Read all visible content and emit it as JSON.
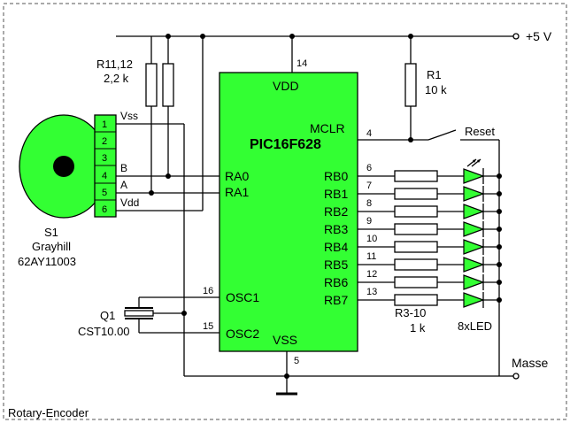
{
  "frame": {
    "caption": "Rotary-Encoder"
  },
  "supply": {
    "vcc_label": "+5 V",
    "gnd_label": "Masse"
  },
  "ic": {
    "name": "PIC16F628",
    "fill": "#33ff33",
    "vdd": "VDD",
    "vss": "VSS",
    "mclr": "MCLR",
    "vdd_pin": "14",
    "vss_pin": "5",
    "mclr_pin": "4",
    "left_pins": [
      {
        "label": "RA0",
        "num": ""
      },
      {
        "label": "RA1",
        "num": ""
      },
      {
        "label": "OSC1",
        "num": "16"
      },
      {
        "label": "OSC2",
        "num": "15"
      }
    ],
    "right_pins": [
      {
        "label": "RB0",
        "num": "6"
      },
      {
        "label": "RB1",
        "num": "7"
      },
      {
        "label": "RB2",
        "num": "8"
      },
      {
        "label": "RB3",
        "num": "9"
      },
      {
        "label": "RB4",
        "num": "10"
      },
      {
        "label": "RB5",
        "num": "11"
      },
      {
        "label": "RB6",
        "num": "12"
      },
      {
        "label": "RB7",
        "num": "13"
      }
    ]
  },
  "encoder": {
    "ref": "S1",
    "maker": "Grayhill",
    "part": "62AY11003",
    "fill": "#33ff33",
    "connector_pins": [
      "1",
      "2",
      "3",
      "4",
      "5",
      "6"
    ],
    "signals": {
      "vss": "Vss",
      "b": "B",
      "a": "A",
      "vdd": "Vdd"
    }
  },
  "pullups": {
    "ref": "R11,12",
    "value": "2,2 k"
  },
  "r1": {
    "ref": "R1",
    "value": "10 k"
  },
  "reset": {
    "label": "Reset"
  },
  "crystal": {
    "ref": "Q1",
    "part": "CST10.00"
  },
  "led_resistors": {
    "ref": "R3-10",
    "value": "1 k"
  },
  "leds": {
    "label": "8xLED",
    "fill": "#33ff33"
  }
}
